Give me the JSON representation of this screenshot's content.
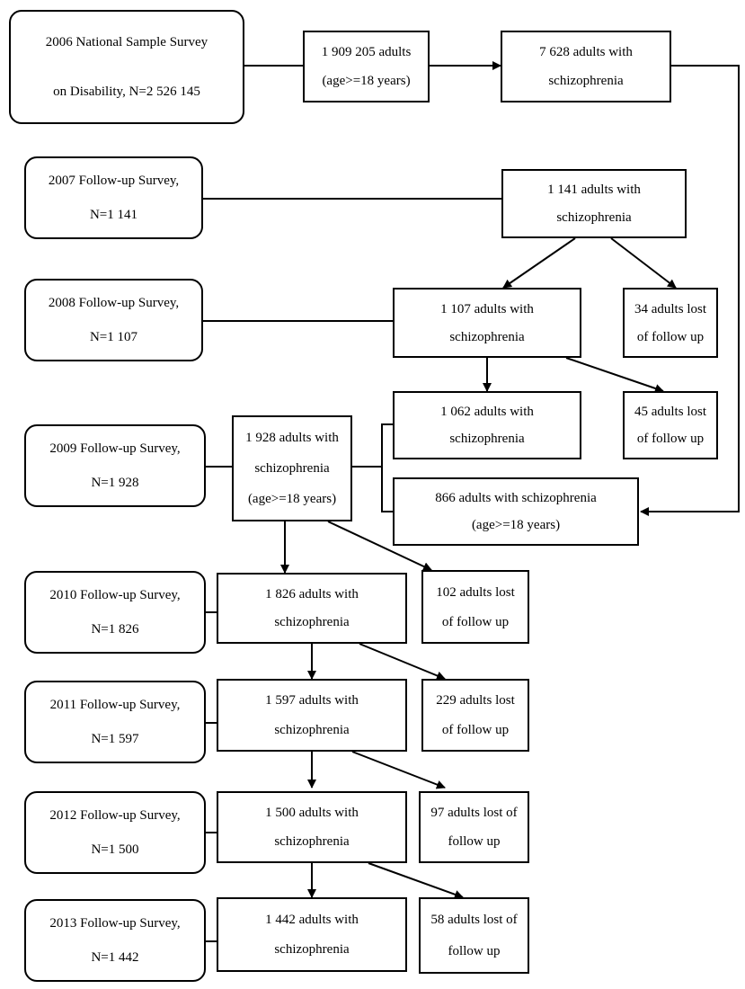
{
  "surveys": [
    {
      "line1": "2006 National Sample Survey",
      "line2": "on Disability, N=2 526 145"
    },
    {
      "line1": "2007 Follow-up Survey,",
      "line2": "N=1 141"
    },
    {
      "line1": "2008 Follow-up Survey,",
      "line2": "N=1 107"
    },
    {
      "line1": "2009 Follow-up Survey,",
      "line2": "N=1 928"
    },
    {
      "line1": "2010 Follow-up Survey,",
      "line2": "N=1 826"
    },
    {
      "line1": "2011 Follow-up Survey,",
      "line2": "N=1 597"
    },
    {
      "line1": "2012 Follow-up Survey,",
      "line2": "N=1 500"
    },
    {
      "line1": "2013 Follow-up Survey,",
      "line2": "N=1 442"
    }
  ],
  "adults_2006": {
    "line1": "1 909 205 adults",
    "line2": "(age>=18 years)"
  },
  "schizo_2006": {
    "line1": "7 628 adults with",
    "line2": "schizophrenia"
  },
  "schizo_2007": {
    "line1": "1 141 adults with",
    "line2": "schizophrenia"
  },
  "schizo_2008": {
    "line1": "1 107 adults with",
    "line2": "schizophrenia"
  },
  "lost_2008": {
    "line1": "34 adults lost",
    "line2": "of follow up"
  },
  "schizo_2009_followed": {
    "line1": "1 062 adults with",
    "line2": "schizophrenia"
  },
  "lost_2009": {
    "line1": "45 adults lost",
    "line2": "of follow up"
  },
  "schizo_2009_new": {
    "line1": "866 adults with schizophrenia",
    "line2": "(age>=18 years)"
  },
  "schizo_2009_total": {
    "line1": "1 928 adults with",
    "line2": "schizophrenia",
    "line3": "(age>=18 years)"
  },
  "schizo_2010": {
    "line1": "1 826 adults with",
    "line2": "schizophrenia"
  },
  "lost_2010": {
    "line1": "102 adults lost",
    "line2": "of follow up"
  },
  "schizo_2011": {
    "line1": "1 597 adults with",
    "line2": "schizophrenia"
  },
  "lost_2011": {
    "line1": "229 adults lost",
    "line2": "of follow up"
  },
  "schizo_2012": {
    "line1": "1 500 adults with",
    "line2": "schizophrenia"
  },
  "lost_2012": {
    "line1": "97 adults lost of",
    "line2": "follow up"
  },
  "schizo_2013": {
    "line1": "1 442 adults with",
    "line2": "schizophrenia"
  },
  "lost_2013": {
    "line1": "58 adults lost of",
    "line2": "follow up"
  }
}
